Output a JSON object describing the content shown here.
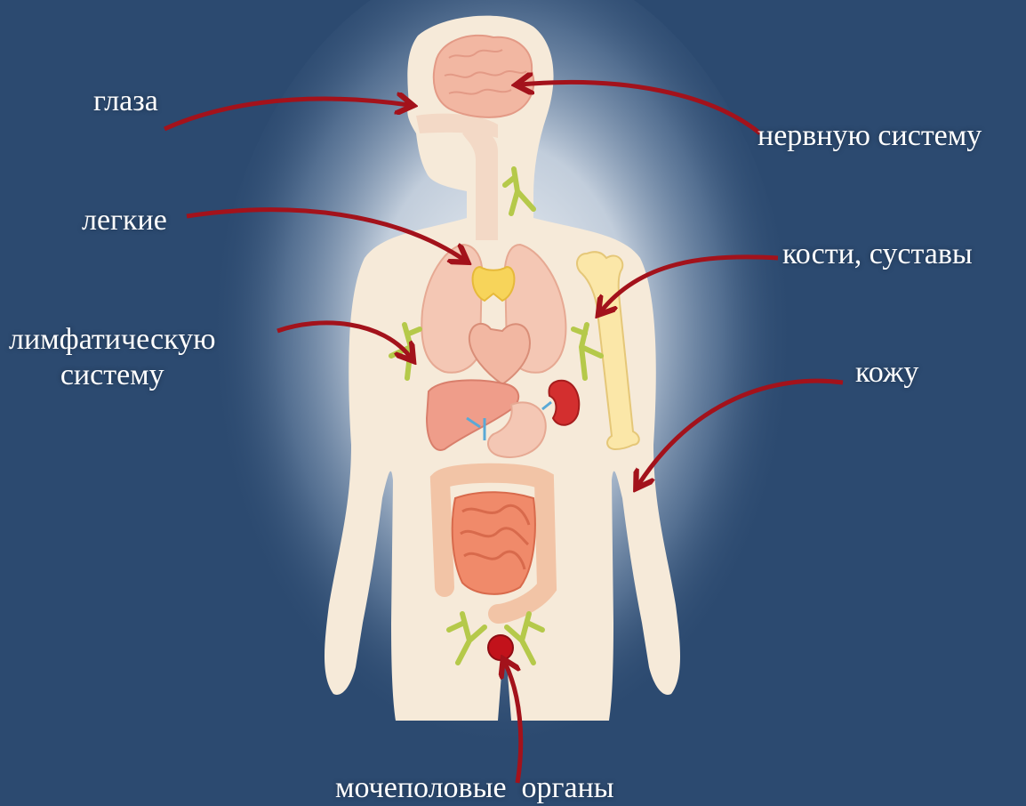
{
  "labels": {
    "eyes": "глаза",
    "nervous_system": "нервную систему",
    "lungs": "легкие",
    "bones_joints": "кости, суставы",
    "lymphatic_line1": "лимфатическую",
    "lymphatic_line2": "систему",
    "skin": "кожу",
    "urogenital": "мочеполовые  органы"
  },
  "colors": {
    "background": "#2c4a70",
    "glow": "#eef3f8",
    "silhouette": "#f6ead9",
    "arrow": "#a3121b",
    "organ_pink": "#f2b7a2",
    "organ_orange": "#f08a6a",
    "lymph_green": "#b5c94a",
    "thyroid_yellow": "#f7d45a",
    "kidney_red": "#d32f2f",
    "bladder_red": "#c2121b",
    "bone": "#fbe7a8"
  }
}
